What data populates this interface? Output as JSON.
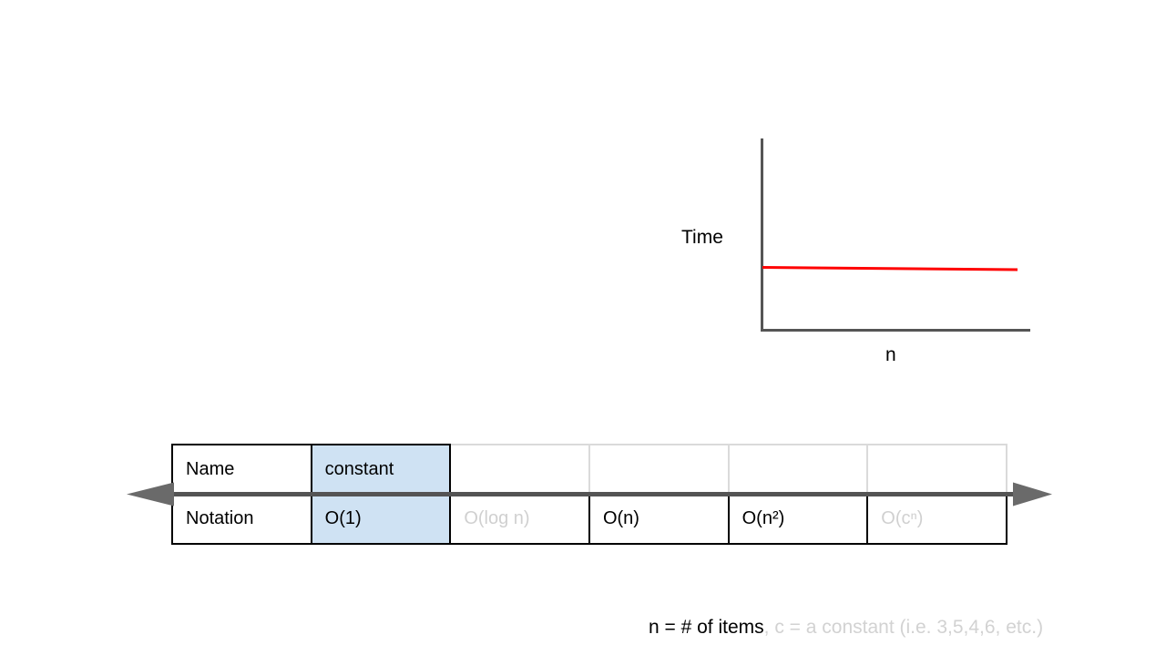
{
  "colors": {
    "background": "#ffffff",
    "axis": "#555555",
    "curve": "#ff0000",
    "arrow_shaft": "#545454",
    "arrow_head": "#6a6a6a",
    "highlight_bg": "#cfe2f3",
    "muted_text": "#d0d0d0",
    "muted_border": "#dadada",
    "text": "#000000"
  },
  "graph": {
    "ylabel": "Time",
    "xlabel": "n"
  },
  "table": {
    "row1": [
      "Name",
      "constant",
      "",
      "",
      "",
      ""
    ],
    "row2": [
      "Notation",
      "O(1)",
      "O(log n)",
      "O(n)",
      "O(n²)",
      "O(cⁿ)"
    ]
  },
  "footnote": {
    "primary": "n = # of items",
    "secondary": ", c = a constant (i.e. 3,5,4,6, etc.)"
  },
  "chart_data": {
    "type": "line",
    "title": "",
    "xlabel": "n",
    "ylabel": "Time",
    "x_range": [
      0,
      1
    ],
    "y_range": [
      0,
      1
    ],
    "grid": false,
    "legend_position": "none",
    "tick_labels": "none",
    "series": [
      {
        "name": "constant time O(1)",
        "color": "#ff0000",
        "x": [
          0,
          1
        ],
        "y": [
          0.33,
          0.32
        ],
        "description": "flat horizontal red line at about one-third of the y-axis height, indicating constant time regardless of n"
      }
    ]
  }
}
